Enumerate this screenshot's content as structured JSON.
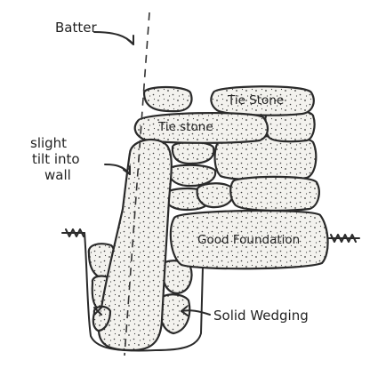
{
  "diagram": {
    "labels": {
      "batter": "Batter",
      "tie_stone_top": "Tie Stone",
      "tie_stone_left": "Tie stone",
      "slight_tilt_line1": "slight",
      "slight_tilt_line2": "tilt into",
      "slight_tilt_line3": "wall",
      "good_foundation": "Good Foundation",
      "solid_wedging": "Solid Wedging"
    },
    "colors": {
      "ink": "#2a2a2a",
      "stone_fill": "#f3f2ee",
      "speckle": "#3a3a3a",
      "background": "#ffffff"
    }
  }
}
